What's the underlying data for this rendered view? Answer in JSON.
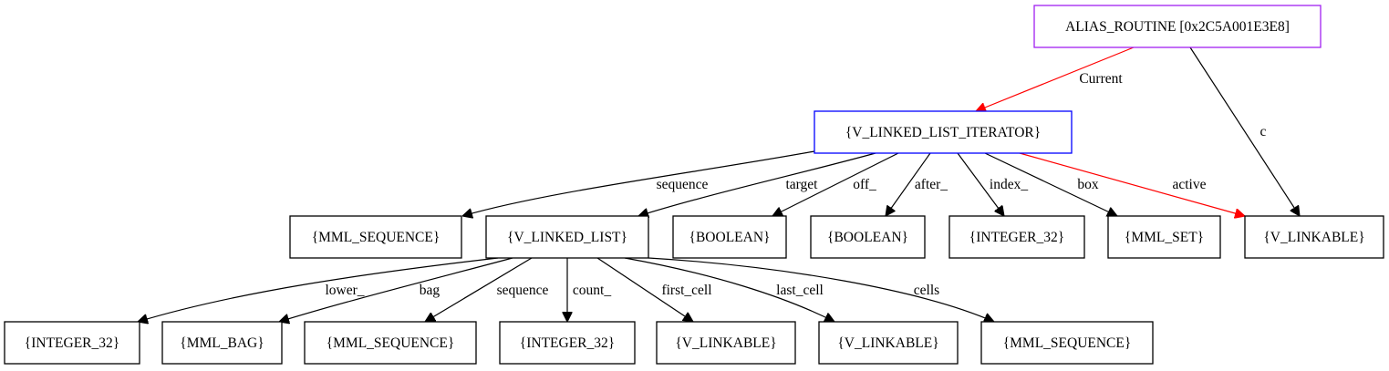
{
  "graph": {
    "colors": {
      "default": "#000000",
      "root_border": "#a020f0",
      "iterator_border": "#0000ff",
      "highlight_edge": "#ff0000"
    },
    "nodes": [
      {
        "id": "alias_routine",
        "label": "ALIAS_ROUTINE [0x2C5A001E3E8]",
        "border": "root_border"
      },
      {
        "id": "v_linked_list_iterator",
        "label": "{V_LINKED_LIST_ITERATOR}",
        "border": "iterator_border"
      },
      {
        "id": "mml_sequence_1",
        "label": "{MML_SEQUENCE}",
        "border": "default"
      },
      {
        "id": "v_linked_list",
        "label": "{V_LINKED_LIST}",
        "border": "default"
      },
      {
        "id": "boolean_1",
        "label": "{BOOLEAN}",
        "border": "default"
      },
      {
        "id": "boolean_2",
        "label": "{BOOLEAN}",
        "border": "default"
      },
      {
        "id": "integer_32_1",
        "label": "{INTEGER_32}",
        "border": "default"
      },
      {
        "id": "mml_set",
        "label": "{MML_SET}",
        "border": "default"
      },
      {
        "id": "v_linkable_1",
        "label": "{V_LINKABLE}",
        "border": "default"
      },
      {
        "id": "integer_32_2",
        "label": "{INTEGER_32}",
        "border": "default"
      },
      {
        "id": "mml_bag",
        "label": "{MML_BAG}",
        "border": "default"
      },
      {
        "id": "mml_sequence_2",
        "label": "{MML_SEQUENCE}",
        "border": "default"
      },
      {
        "id": "integer_32_3",
        "label": "{INTEGER_32}",
        "border": "default"
      },
      {
        "id": "v_linkable_2",
        "label": "{V_LINKABLE}",
        "border": "default"
      },
      {
        "id": "v_linkable_3",
        "label": "{V_LINKABLE}",
        "border": "default"
      },
      {
        "id": "mml_sequence_3",
        "label": "{MML_SEQUENCE}",
        "border": "default"
      }
    ],
    "edges": [
      {
        "id": "e_current",
        "from": "alias_routine",
        "to": "v_linked_list_iterator",
        "label": "Current",
        "color": "highlight_edge"
      },
      {
        "id": "e_c",
        "from": "alias_routine",
        "to": "v_linkable_1",
        "label": "c",
        "color": "default"
      },
      {
        "id": "e_sequence_1",
        "from": "v_linked_list_iterator",
        "to": "mml_sequence_1",
        "label": "sequence",
        "color": "default"
      },
      {
        "id": "e_target",
        "from": "v_linked_list_iterator",
        "to": "v_linked_list",
        "label": "target",
        "color": "default"
      },
      {
        "id": "e_off",
        "from": "v_linked_list_iterator",
        "to": "boolean_1",
        "label": "off_",
        "color": "default"
      },
      {
        "id": "e_after",
        "from": "v_linked_list_iterator",
        "to": "boolean_2",
        "label": "after_",
        "color": "default"
      },
      {
        "id": "e_index",
        "from": "v_linked_list_iterator",
        "to": "integer_32_1",
        "label": "index_",
        "color": "default"
      },
      {
        "id": "e_box",
        "from": "v_linked_list_iterator",
        "to": "mml_set",
        "label": "box",
        "color": "default"
      },
      {
        "id": "e_active",
        "from": "v_linked_list_iterator",
        "to": "v_linkable_1",
        "label": "active",
        "color": "highlight_edge"
      },
      {
        "id": "e_lower",
        "from": "v_linked_list",
        "to": "integer_32_2",
        "label": "lower_",
        "color": "default"
      },
      {
        "id": "e_bag",
        "from": "v_linked_list",
        "to": "mml_bag",
        "label": "bag",
        "color": "default"
      },
      {
        "id": "e_sequence_2",
        "from": "v_linked_list",
        "to": "mml_sequence_2",
        "label": "sequence",
        "color": "default"
      },
      {
        "id": "e_count",
        "from": "v_linked_list",
        "to": "integer_32_3",
        "label": "count_",
        "color": "default"
      },
      {
        "id": "e_first_cell",
        "from": "v_linked_list",
        "to": "v_linkable_2",
        "label": "first_cell",
        "color": "default"
      },
      {
        "id": "e_last_cell",
        "from": "v_linked_list",
        "to": "v_linkable_3",
        "label": "last_cell",
        "color": "default"
      },
      {
        "id": "e_cells",
        "from": "v_linked_list",
        "to": "mml_sequence_3",
        "label": "cells",
        "color": "default"
      }
    ]
  }
}
